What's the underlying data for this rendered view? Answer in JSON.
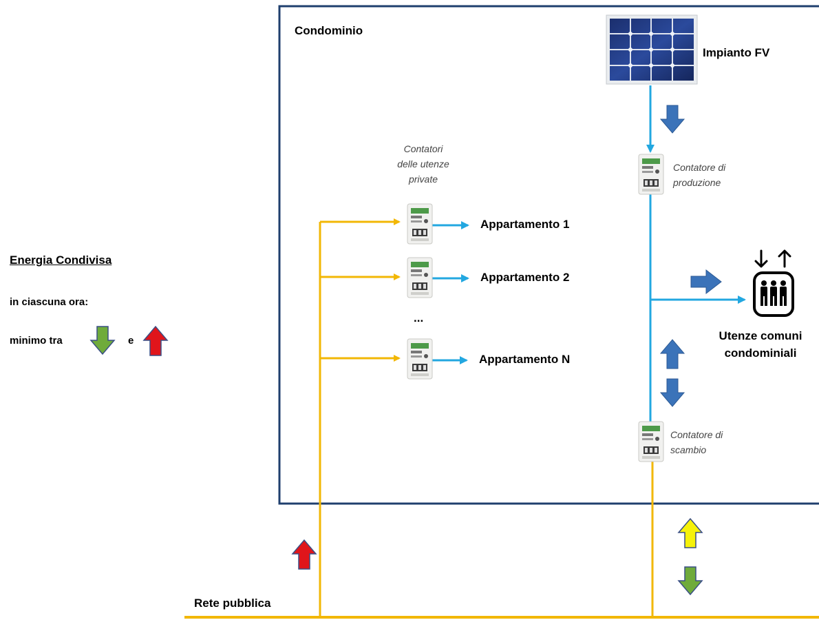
{
  "colors": {
    "border": "#1f3f6e",
    "yellow_line": "#f2b705",
    "cyan_line": "#22a7e0",
    "blue_arrow": "#3b73b9",
    "green_arrow": "#6fab3b",
    "red_arrow": "#e0151b",
    "yellow_arrow": "#f6f20a"
  },
  "building": {
    "title": "Condominio",
    "pv_label": "Impianto FV",
    "meter_production_label": "Contatore di\nproduzione",
    "meter_private_label": "Contatori\ndelle utenze\nprivate",
    "apartments": [
      "Appartamento 1",
      "Appartamento 2",
      "Appartamento N"
    ],
    "ellipsis": "...",
    "common_label_line1": "Utenze comuni",
    "common_label_line2": "condominiali",
    "meter_exchange_label": "Contatore di\nscambio"
  },
  "grid": {
    "label": "Rete pubblica"
  },
  "legend": {
    "title": "Energia Condivisa",
    "line1": "in ciascuna ora:",
    "line2_prefix": "minimo tra",
    "line2_join": "e"
  },
  "icons": {
    "pv_panel": "solar-panel-icon",
    "meter": "electric-meter-icon",
    "common_users": "people-group-icon",
    "flow_arrow": "block-arrow-icon"
  }
}
